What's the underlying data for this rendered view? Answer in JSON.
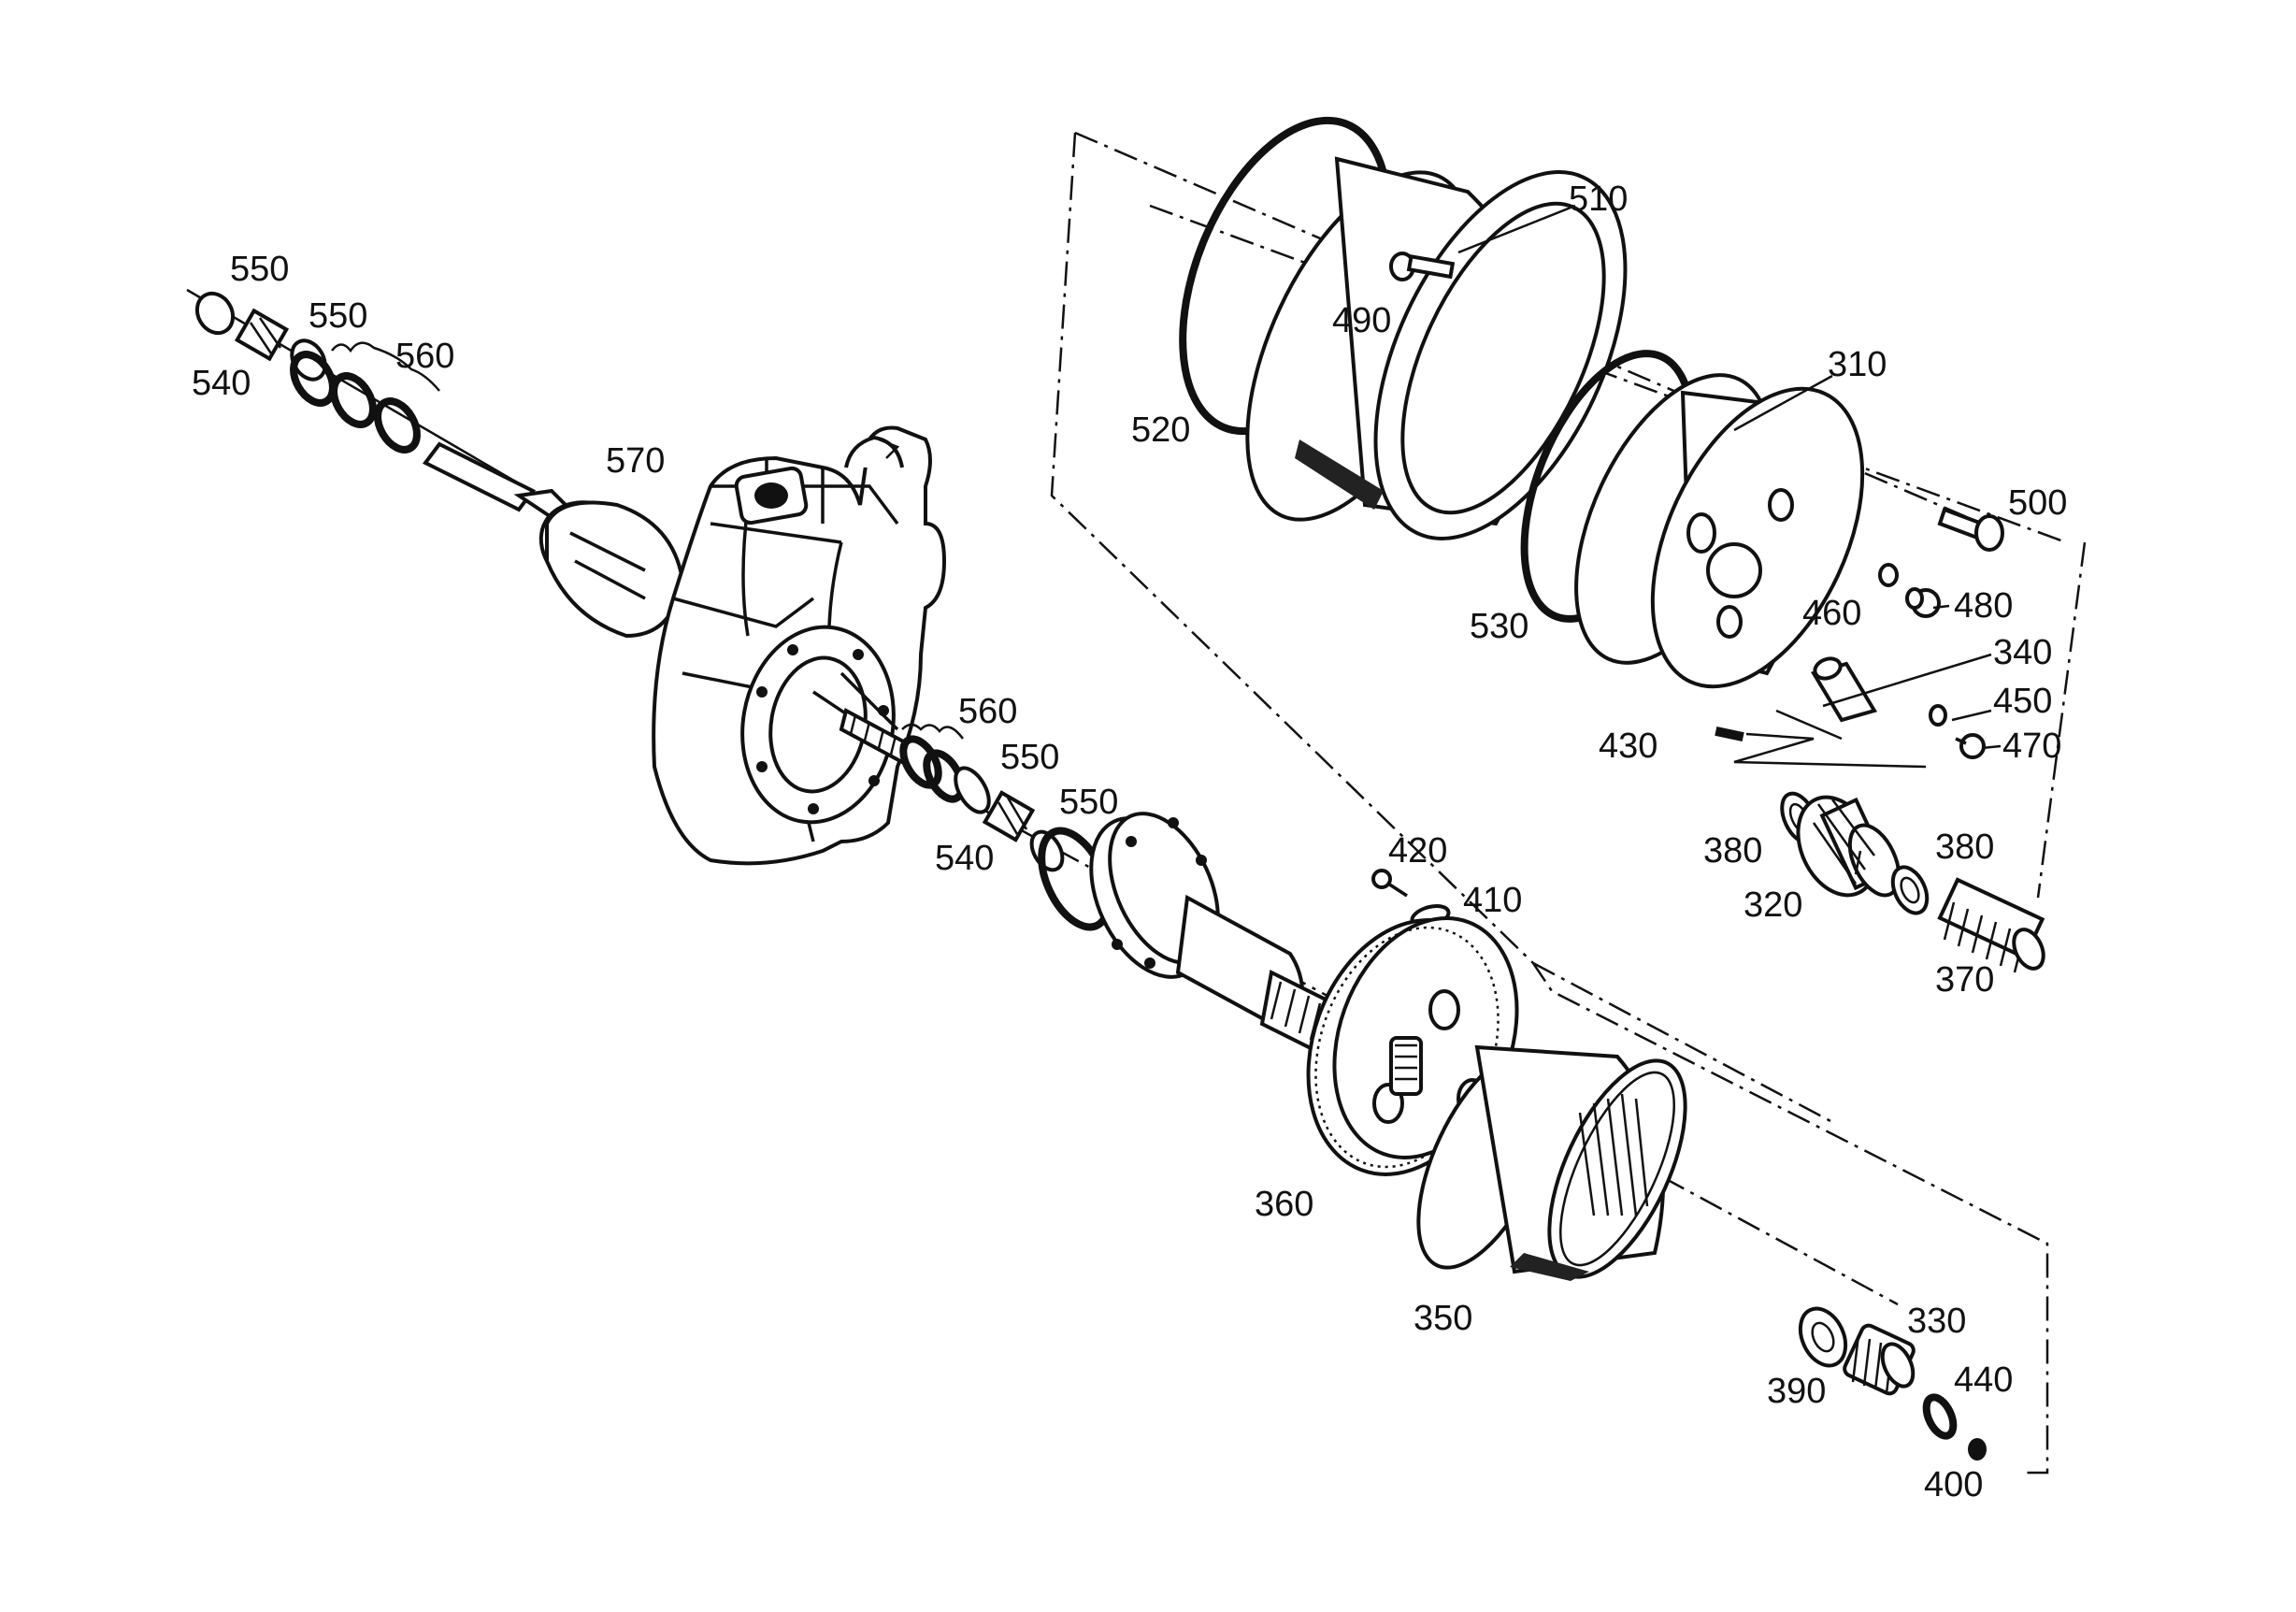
{
  "diagram": {
    "labels": [
      {
        "id": "l550a",
        "text": "550"
      },
      {
        "id": "l550b",
        "text": "550"
      },
      {
        "id": "l540a",
        "text": "540"
      },
      {
        "id": "l560a",
        "text": "560"
      },
      {
        "id": "l570",
        "text": "570"
      },
      {
        "id": "l560b",
        "text": "560"
      },
      {
        "id": "l550c",
        "text": "550"
      },
      {
        "id": "l550d",
        "text": "550"
      },
      {
        "id": "l540b",
        "text": "540"
      },
      {
        "id": "l510",
        "text": "510"
      },
      {
        "id": "l490",
        "text": "490"
      },
      {
        "id": "l520",
        "text": "520"
      },
      {
        "id": "l310",
        "text": "310"
      },
      {
        "id": "l500",
        "text": "500"
      },
      {
        "id": "l530",
        "text": "530"
      },
      {
        "id": "l460",
        "text": "460"
      },
      {
        "id": "l480",
        "text": "480"
      },
      {
        "id": "l340",
        "text": "340"
      },
      {
        "id": "l450",
        "text": "450"
      },
      {
        "id": "l430",
        "text": "430"
      },
      {
        "id": "l470",
        "text": "470"
      },
      {
        "id": "l380a",
        "text": "380"
      },
      {
        "id": "l380b",
        "text": "380"
      },
      {
        "id": "l320",
        "text": "320"
      },
      {
        "id": "l370",
        "text": "370"
      },
      {
        "id": "l420",
        "text": "420"
      },
      {
        "id": "l410",
        "text": "410"
      },
      {
        "id": "l360",
        "text": "360"
      },
      {
        "id": "l350",
        "text": "350"
      },
      {
        "id": "l330",
        "text": "330"
      },
      {
        "id": "l440",
        "text": "440"
      },
      {
        "id": "l390",
        "text": "390"
      },
      {
        "id": "l400",
        "text": "400"
      }
    ]
  }
}
